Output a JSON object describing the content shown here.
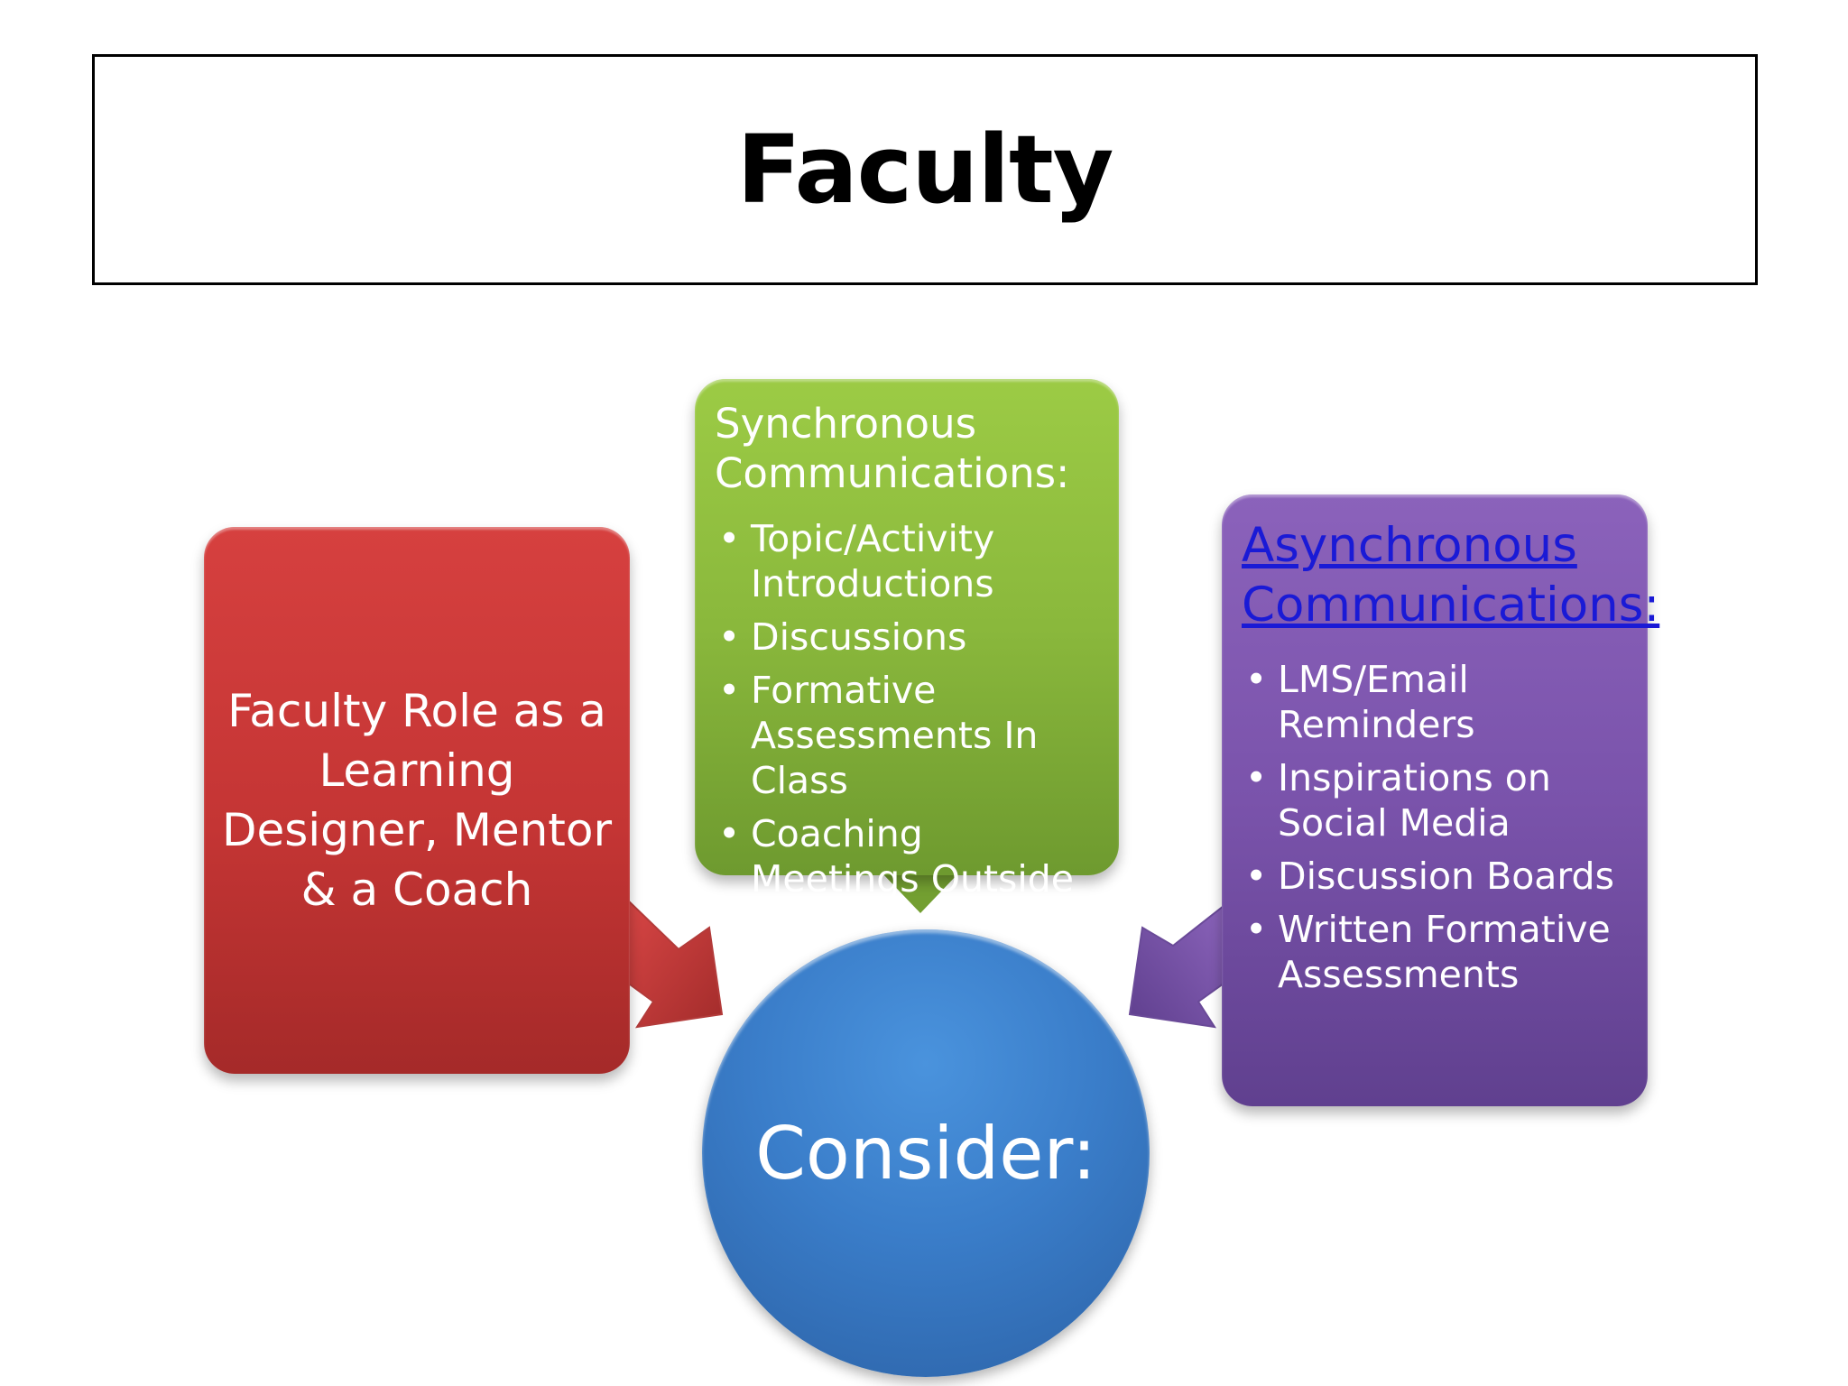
{
  "title": "Faculty",
  "center": {
    "label": "Consider:"
  },
  "left_box": {
    "text": "Faculty Role as a Learning Designer, Mentor & a Coach"
  },
  "middle_box": {
    "heading": "Synchronous Communications:",
    "items": [
      "Topic/Activity Introductions",
      "Discussions",
      "Formative Assessments In Class",
      "Coaching Meetings Outside of Class"
    ]
  },
  "right_box": {
    "heading": "Asynchronous Communications:",
    "items": [
      "LMS/Email Reminders",
      "Inspirations on Social Media",
      "Discussion Boards",
      "Written Formative Assessments"
    ]
  },
  "colors": {
    "left": "#c43534",
    "middle": "#8ab83c",
    "right": "#7a53ab",
    "center": "#3a7dc9",
    "link": "#1a1ad6"
  }
}
